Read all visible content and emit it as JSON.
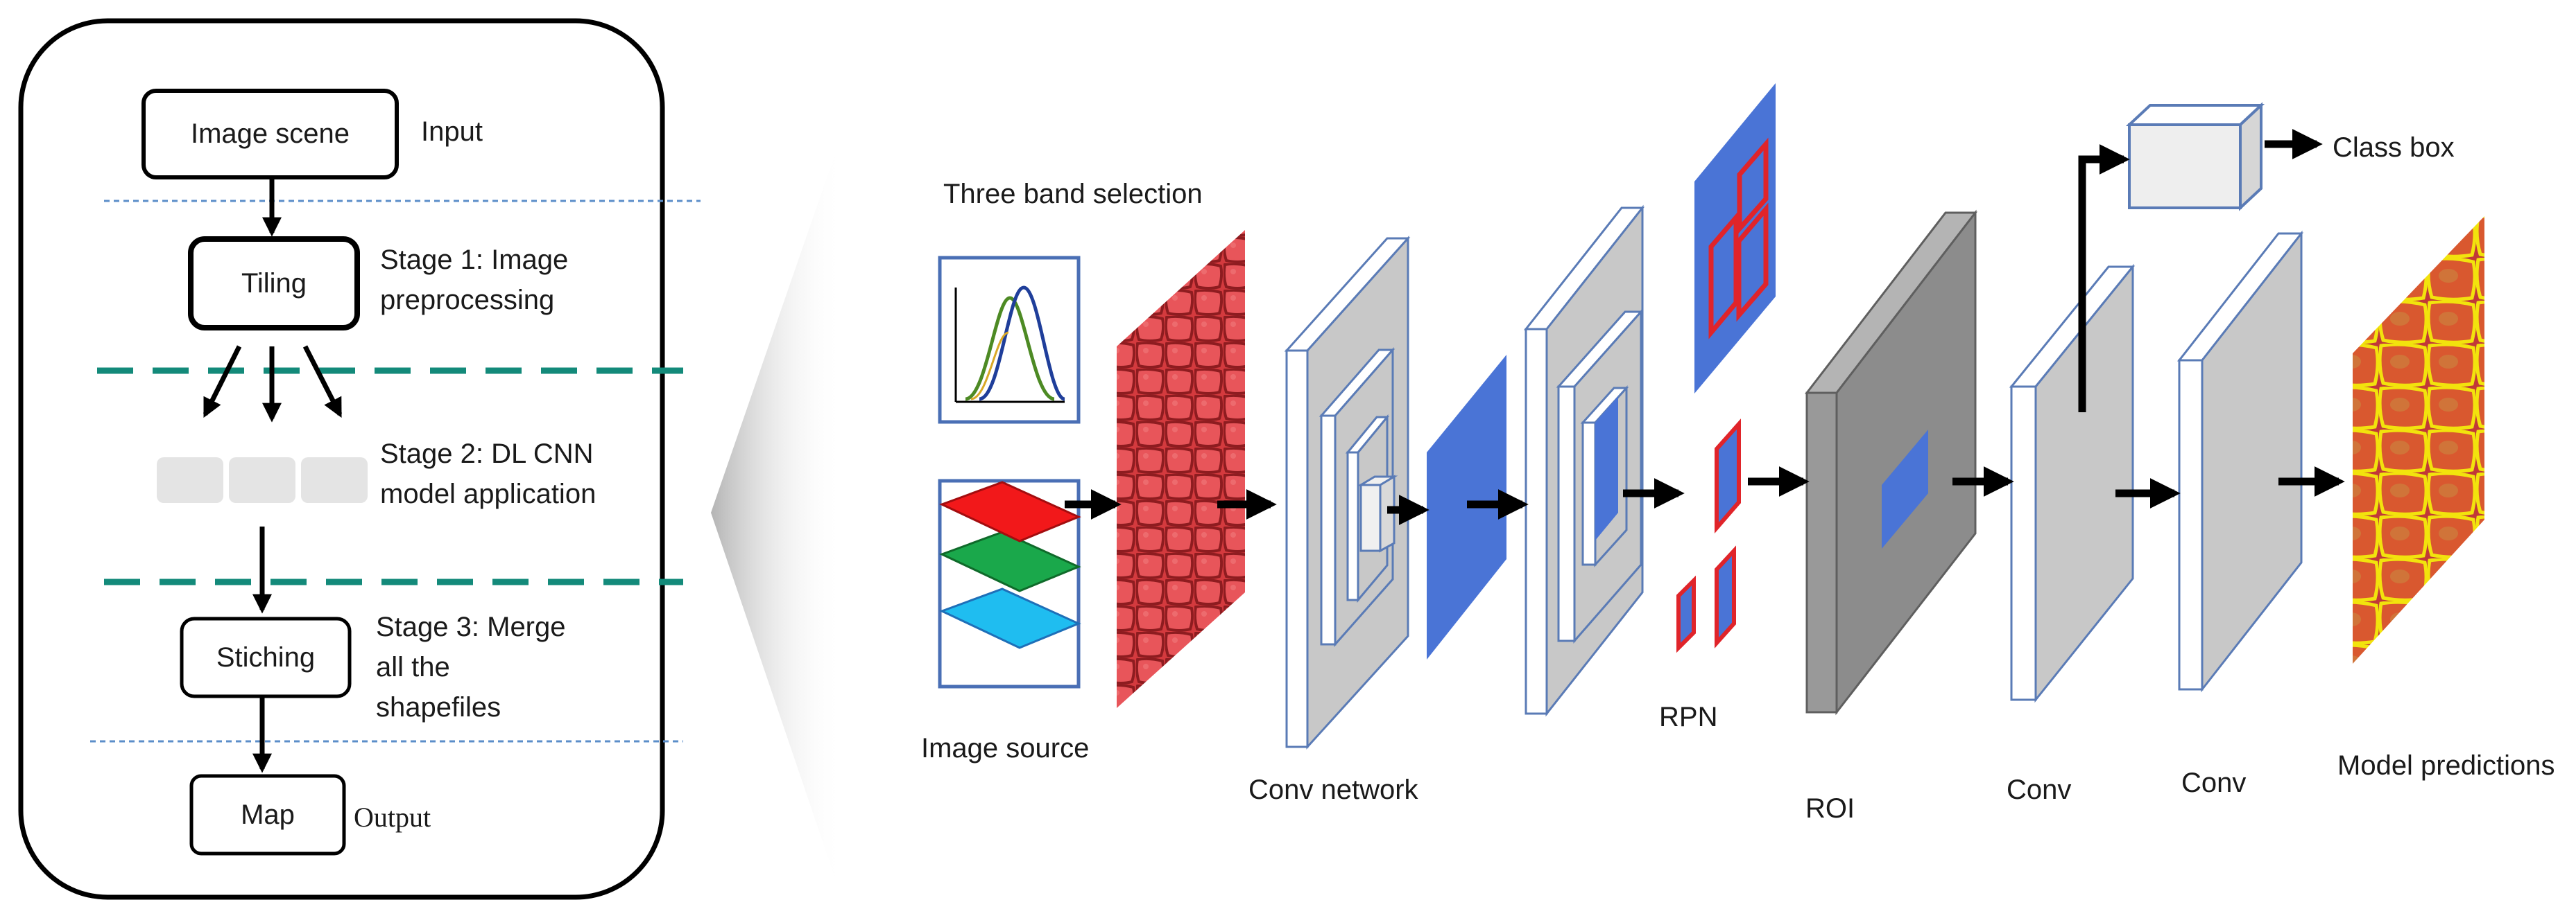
{
  "flowchart": {
    "input_box": "Image scene",
    "input_note": "Input",
    "tiling_box": "Tiling",
    "stage1_line1": "Stage 1: Image",
    "stage1_line2": "preprocessing",
    "stage2_line1": "Stage 2: DL CNN",
    "stage2_line2": "model application",
    "stitching_box": "Stiching",
    "stage3_line1": "Stage 3: Merge",
    "stage3_line2": "all the",
    "stage3_line3": "shapefiles",
    "map_box": "Map",
    "output_note": "Output"
  },
  "network": {
    "band_selection": "Three band selection",
    "image_source": "Image source",
    "conv_network": "Conv network",
    "rpn": "RPN",
    "roi": "ROI",
    "conv_1": "Conv",
    "conv_2": "Conv",
    "class_box": "Class box",
    "model_predictions": "Model predictions"
  },
  "colors": {
    "teal_divider": "#138a7a",
    "blue_dashed": "#5b8ec9",
    "feature_blue": "#4a74d6",
    "rpn_red": "#e0242a",
    "texture_red": "#c8363a",
    "prediction_yellow": "#f2e30d",
    "layer_grey": "#c8c8c8",
    "roi_grey": "#8c8c8c",
    "frame_blue": "#4a6fb5"
  }
}
